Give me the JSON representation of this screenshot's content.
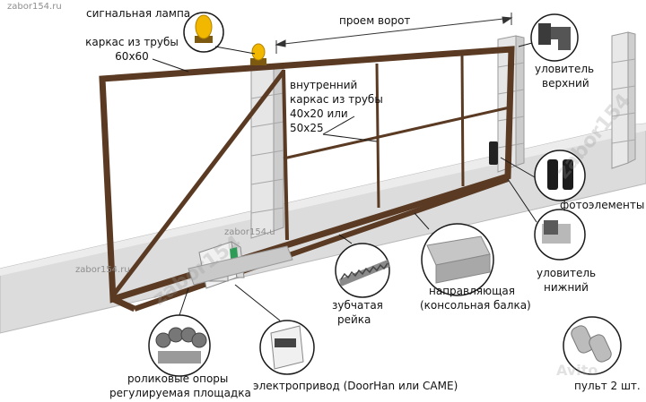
{
  "labels": {
    "signal_lamp": "сигнальная лампа",
    "frame_pipe_line1": "каркас из трубы",
    "frame_pipe_line2": "60х60",
    "opening": "проем ворот",
    "inner_frame_line1": "внутренний",
    "inner_frame_line2": "каркас из трубы",
    "inner_frame_line3": "40х20 или",
    "inner_frame_line4": "50х25",
    "catcher_top_line1": "уловитель",
    "catcher_top_line2": "верхний",
    "photocells": "фотоэлементы",
    "catcher_bottom_line1": "уловитель",
    "catcher_bottom_line2": "нижний",
    "rack_line1": "зубчатая",
    "rack_line2": "рейка",
    "guide_line1": "направляющая",
    "guide_line2": "(консольная балка)",
    "rollers_line1": "роликовые опоры",
    "rollers_line2": "регулируемая площадка",
    "drive": "электропривод (DoorHan или CAME)",
    "remote": "пульт 2 шт."
  },
  "watermarks": {
    "site_a": "zabor154.ru",
    "site_b": "zabor154.u",
    "site_c": "zabor154.ru",
    "diag_1": "zabor154",
    "diag_2": "zabor154",
    "avito": "Avito"
  },
  "colors": {
    "frame": "#5a3a22",
    "post": "#e4e4e4",
    "post_edge": "#9a9a9a",
    "ground": "#dcdcdc",
    "callout": "#1a1a1a",
    "lamp": "#f2b800"
  }
}
